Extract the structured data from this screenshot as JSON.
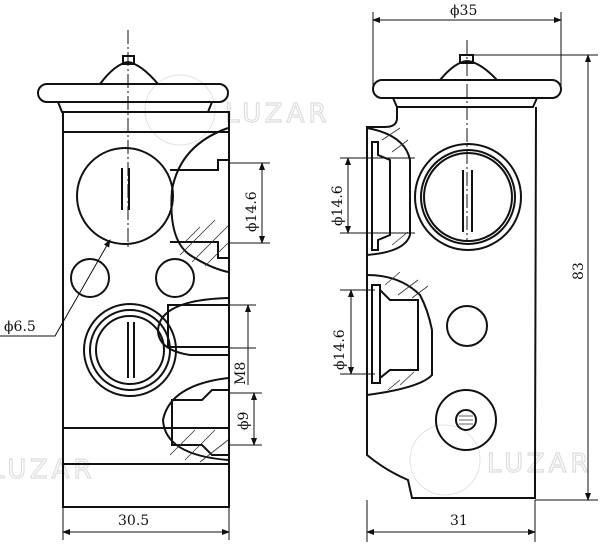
{
  "title": "Expansion valve dimension drawing",
  "watermark": "LUZAR",
  "dimensions": {
    "left_view": {
      "top_port": "ϕ14.6",
      "small_hole": "ϕ6.5",
      "thread": "M8",
      "bottom_port": "ϕ9",
      "width": "30.5"
    },
    "right_view": {
      "cap_diameter": "ϕ35",
      "height": "83",
      "top_port": "ϕ14.6",
      "bottom_port": "ϕ14.6",
      "width": "31"
    }
  }
}
